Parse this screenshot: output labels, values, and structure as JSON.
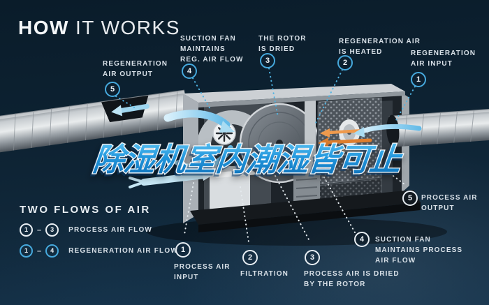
{
  "title": {
    "bold": "HOW",
    "light": "IT WORKS"
  },
  "overlay": {
    "text": "除湿机室内潮湿皆可止"
  },
  "regeneration_callouts": [
    {
      "num": "5",
      "label": "REGENERATION\nAIR OUTPUT"
    },
    {
      "num": "4",
      "label": "SUCTION FAN\nMAINTAINS\nREG. AIR FLOW"
    },
    {
      "num": "3",
      "label": "THE ROTOR\nIS DRIED"
    },
    {
      "num": "2",
      "label": "REGENERATION AIR\nIS HEATED"
    },
    {
      "num": "1",
      "label": "REGENERATION\nAIR INPUT"
    }
  ],
  "process_callouts": [
    {
      "num": "1",
      "label": "PROCESS AIR\nINPUT"
    },
    {
      "num": "2",
      "label": "FILTRATION"
    },
    {
      "num": "3",
      "label": "PROCESS AIR IS DRIED\nBY THE ROTOR"
    },
    {
      "num": "4",
      "label": "SUCTION FAN\nMAINTAINS PROCESS\nAIR FLOW"
    },
    {
      "num": "5",
      "label": "PROCESS AIR\nOUTPUT"
    }
  ],
  "legend": {
    "title": "TWO FLOWS OF AIR",
    "separator": "–",
    "rows": [
      {
        "from": "1",
        "to": "3",
        "label": "PROCESS AIR FLOW"
      },
      {
        "from": "1",
        "to": "4",
        "label": "REGENERATION AIR FLOW"
      }
    ]
  },
  "colors": {
    "background": "#0e2434",
    "accent_cyan": "#46a9dd",
    "label_text": "#d9e1e8",
    "overlay_blue": "#2196dc",
    "heater_orange": "#e8893b"
  }
}
